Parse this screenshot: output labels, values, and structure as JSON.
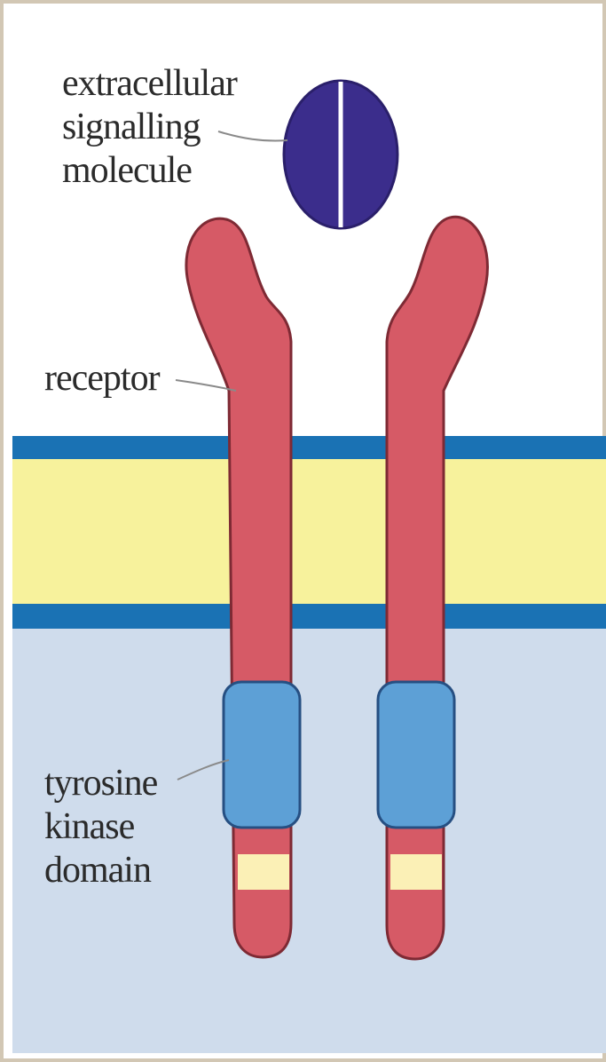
{
  "labels": {
    "ligand": [
      "extracellular",
      "signalling",
      "molecule"
    ],
    "receptor": "receptor",
    "kinase": [
      "tyrosine",
      "kinase",
      "domain"
    ]
  },
  "colors": {
    "cytoplasm": "#cfdcec",
    "membrane_core": "#f7f29c",
    "membrane_edge": "#1a72b4",
    "receptor": "#d65a66",
    "receptor_outline": "#7e2a34",
    "kinase": "#5da0d6",
    "kinase_outline": "#264f82",
    "stripe": "#fbf0b6",
    "ligand": "#3b2d8c",
    "leader_line": "#8a8a8a"
  }
}
